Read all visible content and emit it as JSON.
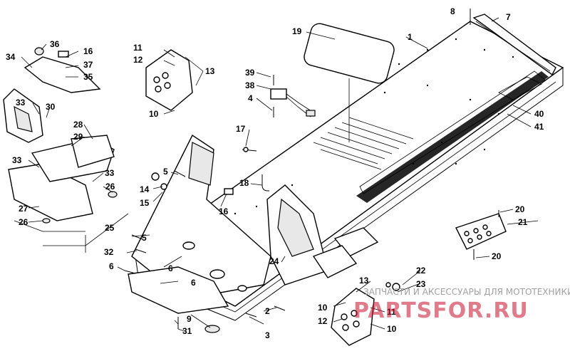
{
  "diagram": {
    "callouts": [
      "1",
      "2",
      "3",
      "4",
      "5",
      "5",
      "6",
      "6",
      "6",
      "7",
      "8",
      "9",
      "10",
      "10",
      "10",
      "11",
      "11",
      "12",
      "12",
      "13",
      "13",
      "14",
      "15",
      "16",
      "16",
      "17",
      "18",
      "19",
      "20",
      "20",
      "21",
      "22",
      "23",
      "24",
      "25",
      "26",
      "26",
      "27",
      "28",
      "29",
      "30",
      "31",
      "32",
      "33",
      "33",
      "33",
      "34",
      "35",
      "36",
      "37",
      "38",
      "39",
      "40",
      "41"
    ]
  },
  "watermark": {
    "logo": "PARTSFOR.RU",
    "tagline": "ЗАПЧАСТИ И АКСЕССУАРЫ ДЛЯ МОТОТЕХНИКИ"
  },
  "colors": {
    "watermark": "#c8102e",
    "line": "#000000"
  }
}
